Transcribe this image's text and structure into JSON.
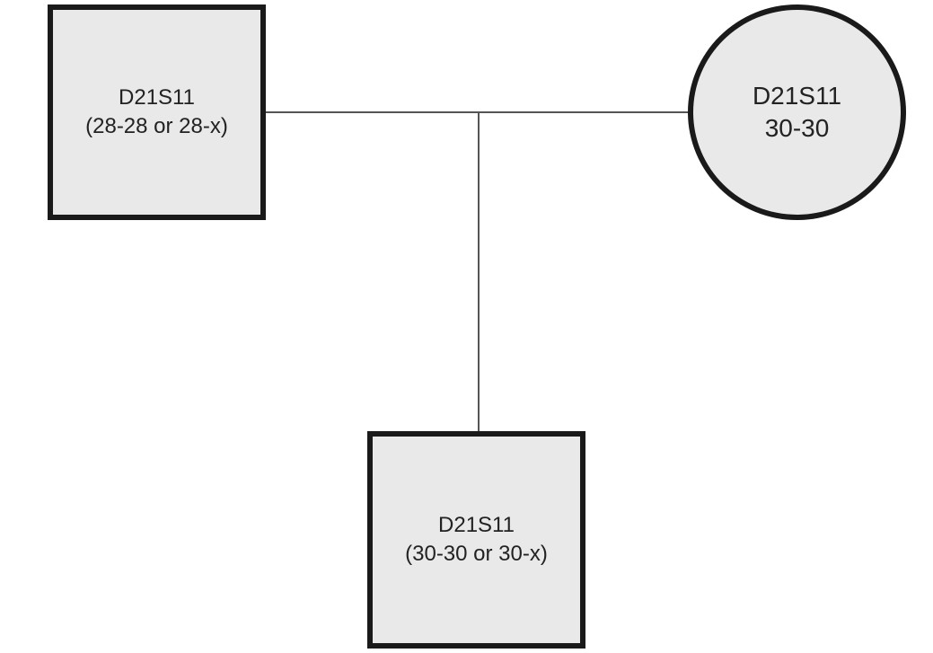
{
  "pedigree": {
    "father": {
      "symbol": "square",
      "locus": "D21S11",
      "genotype": "(28-28 or 28-x)"
    },
    "mother": {
      "symbol": "circle",
      "locus": "D21S11",
      "genotype": "30-30"
    },
    "child": {
      "symbol": "square",
      "locus": "D21S11",
      "genotype": "(30-30 or 30-x)"
    }
  },
  "colors": {
    "fill": "#e9e9e9",
    "border": "#1a1a1a",
    "line": "#555555",
    "text": "#222222"
  }
}
